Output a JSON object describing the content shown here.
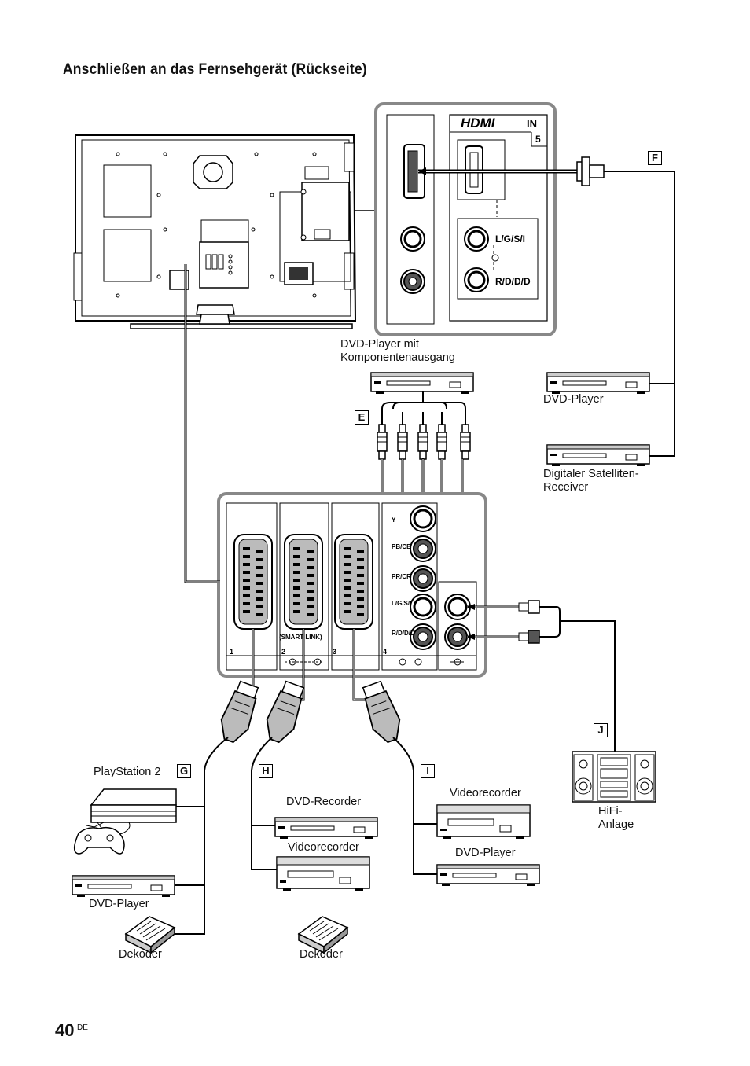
{
  "heading": "Anschließen an das Fernsehgerät (Rückseite)",
  "page": {
    "number": "40",
    "lang": "DE"
  },
  "hdmi_panel": {
    "logo": "HDMI",
    "in_label": "IN",
    "in_number": "5",
    "audio_l": "L/G/S/I",
    "audio_r": "R/D/D/D"
  },
  "component_panel": {
    "y": "Y",
    "pb": "PB/CB",
    "pr": "PR/CR",
    "l": "L/G/S/I",
    "r": "R/D/D/D",
    "smartlink": "(SMART LINK)",
    "n1": "1",
    "n2": "2",
    "n3": "3",
    "n4": "4"
  },
  "devices": {
    "dvd_component": "DVD-Player mit Komponentenausgang",
    "dvd_player_f": "DVD-Player",
    "sat_receiver": "Digitaler Satelliten- Receiver",
    "playstation": "PlayStation 2",
    "dvd_player_g": "DVD-Player",
    "dekoder_g": "Dekoder",
    "dvd_recorder": "DVD-Recorder",
    "videorecorder_h": "Videorecorder",
    "dekoder_h": "Dekoder",
    "videorecorder_i": "Videorecorder",
    "dvd_player_i": "DVD-Player",
    "hifi": "HiFi- Anlage"
  },
  "tags": {
    "e": "E",
    "f": "F",
    "g": "G",
    "h": "H",
    "i": "I",
    "j": "J"
  }
}
